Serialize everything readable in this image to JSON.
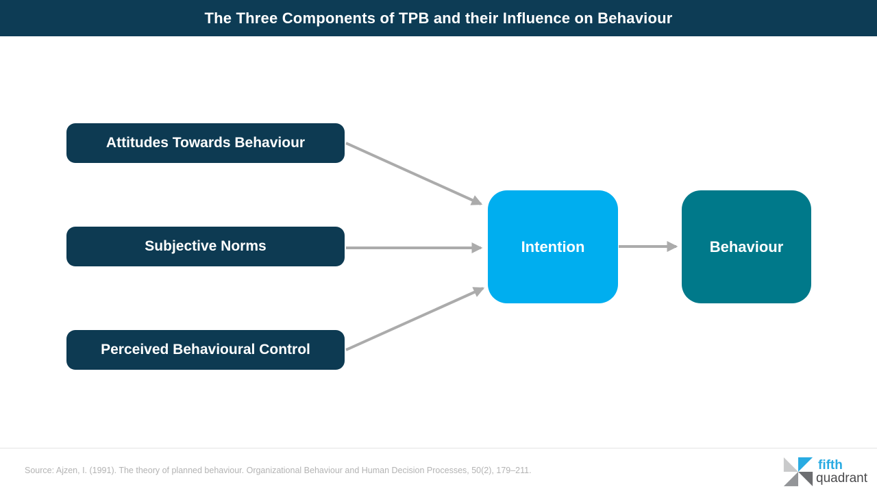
{
  "header": {
    "title": "The Three Components of TPB and their Influence on Behaviour",
    "bg_color": "#0D3C55"
  },
  "diagram": {
    "components": [
      {
        "label": "Attitudes Towards Behaviour"
      },
      {
        "label": "Subjective Norms"
      },
      {
        "label": "Perceived Behavioural Control"
      }
    ],
    "intention": {
      "label": "Intention",
      "color": "#00AEEF"
    },
    "behaviour": {
      "label": "Behaviour",
      "color": "#00798A"
    },
    "component_box_color": "#0D3A52",
    "arrow_color": "#ABABAB",
    "connections": [
      "Attitudes Towards Behaviour -> Intention",
      "Subjective Norms -> Intention",
      "Perceived Behavioural Control -> Intention",
      "Intention -> Behaviour"
    ]
  },
  "footer": {
    "source": "Source: Ajzen, I. (1991). The theory of planned behaviour. Organizational Behaviour and Human Decision Processes, 50(2), 179–211.",
    "logo": {
      "line1": "fifth",
      "line2": "quadrant",
      "blue": "#29ABE2",
      "gray": "#4A4A4C"
    }
  }
}
